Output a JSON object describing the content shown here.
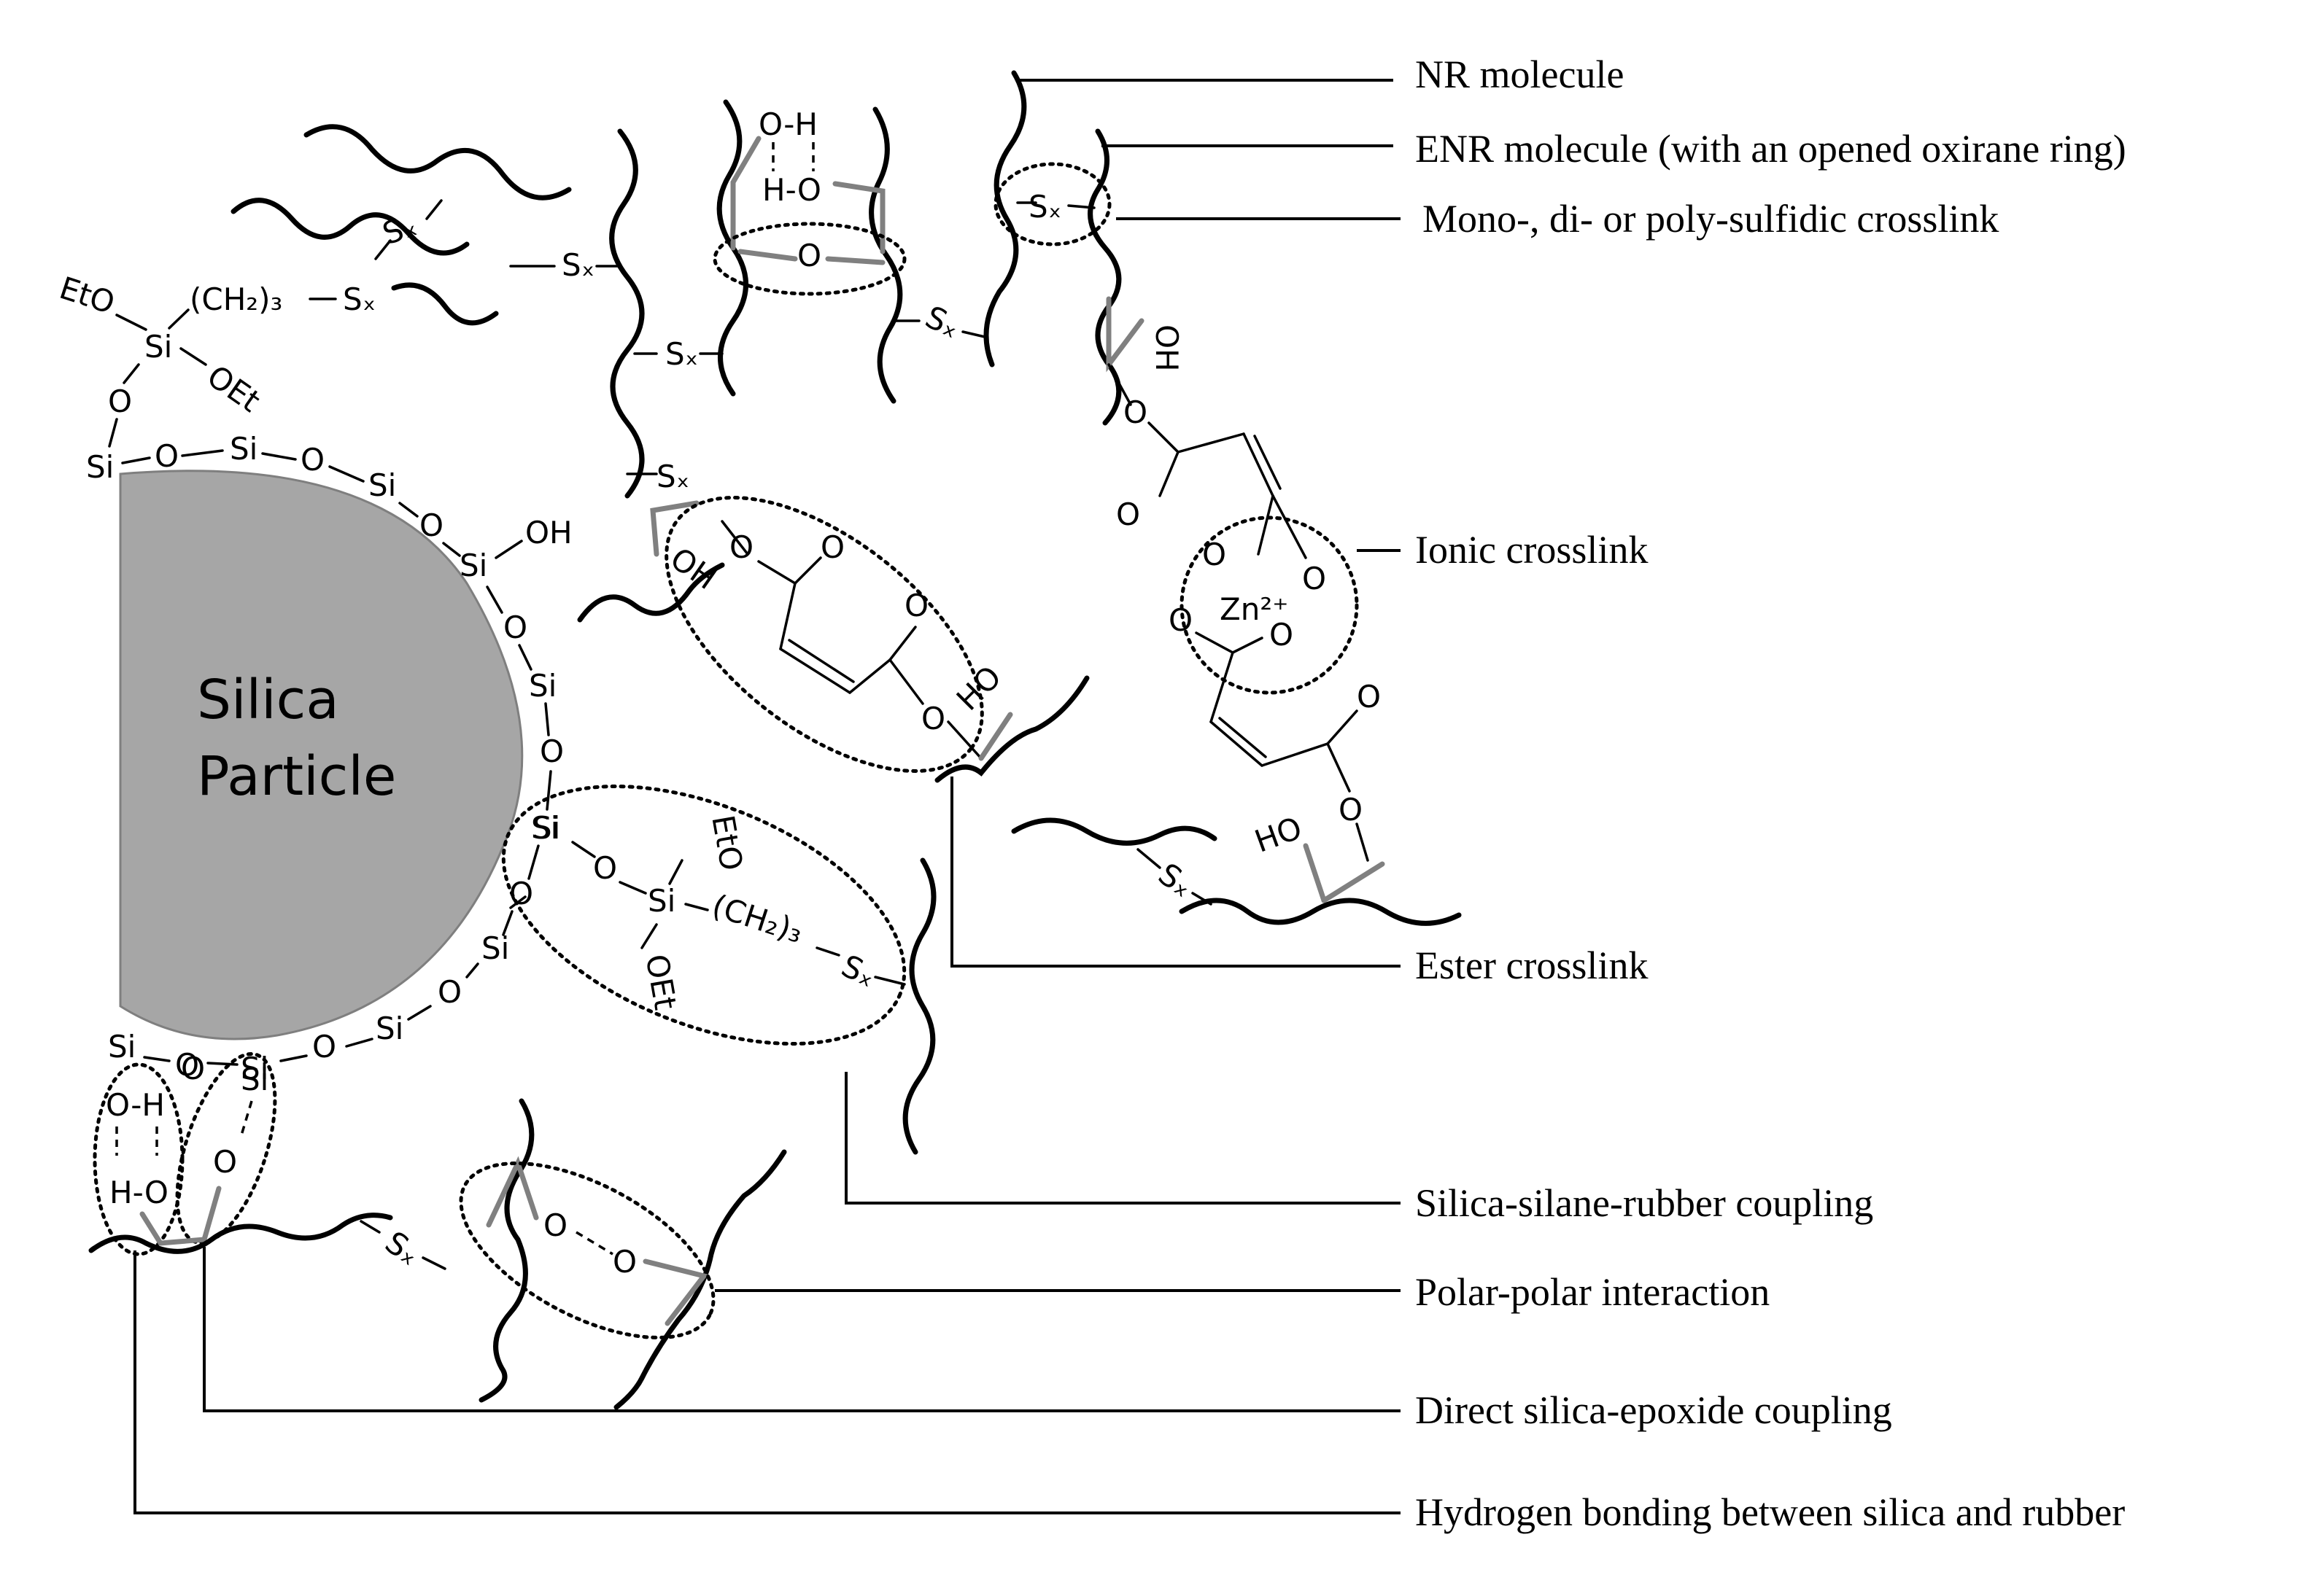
{
  "particle": {
    "line1": "Silica",
    "line2": "Particle",
    "fill": "#a6a6a6"
  },
  "legend": {
    "nr_molecule": "NR molecule",
    "enr_molecule": "ENR molecule (with an opened oxirane ring)",
    "sulfidic_crosslink": "Mono-, di- or poly-sulfidic crosslink",
    "ionic_crosslink": "Ionic crosslink",
    "ester_crosslink": "Ester crosslink",
    "silica_silane_rubber": "Silica-silane-rubber coupling",
    "polar_polar": "Polar-polar interaction",
    "direct_silica_epoxide": "Direct silica-epoxide coupling",
    "hydrogen_bonding": "Hydrogen bonding between silica and rubber"
  },
  "chem": {
    "si": "Si",
    "o": "O",
    "oh": "OH",
    "ho": "HO",
    "eto": "EtO",
    "oet": "OEt",
    "ch2_3": "(CH₂)₃",
    "sx": "Sₓ",
    "oh_h": "O-H",
    "h_o": "H-O",
    "zn": "Zn²⁺"
  },
  "colors": {
    "bond_gray": "#808080",
    "ink": "#000000"
  }
}
